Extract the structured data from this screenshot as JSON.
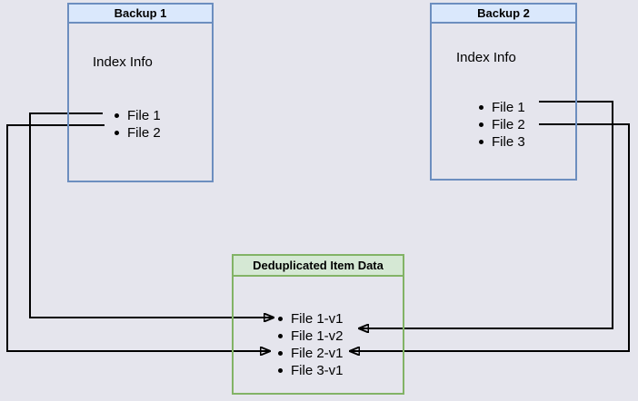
{
  "background_color": "#e5e5ed",
  "connector_color": "#000000",
  "boxes": {
    "backup1": {
      "title": "Backup 1",
      "label": "Index Info",
      "header_fill": "#dae8fc",
      "border_color": "#6c8ebf",
      "items": [
        "File 1",
        "File 2"
      ]
    },
    "backup2": {
      "title": "Backup 2",
      "label": "Index Info",
      "header_fill": "#dae8fc",
      "border_color": "#6c8ebf",
      "items": [
        "File 1",
        "File 2",
        "File 3"
      ]
    },
    "dedup": {
      "title": "Deduplicated Item Data",
      "header_fill": "#d5e8d4",
      "border_color": "#82b366",
      "items": [
        "File 1-v1",
        "File 1-v2",
        "File 2-v1",
        "File 3-v1"
      ]
    }
  },
  "connections": [
    {
      "from": "Backup 1 / File 1",
      "to": "Deduplicated Item Data / File 1-v1"
    },
    {
      "from": "Backup 1 / File 2",
      "to": "Deduplicated Item Data / File 2-v1"
    },
    {
      "from": "Backup 2 / File 1",
      "to": "Deduplicated Item Data / File 1-v2"
    },
    {
      "from": "Backup 2 / File 2",
      "to": "Deduplicated Item Data / File 2-v1"
    }
  ]
}
